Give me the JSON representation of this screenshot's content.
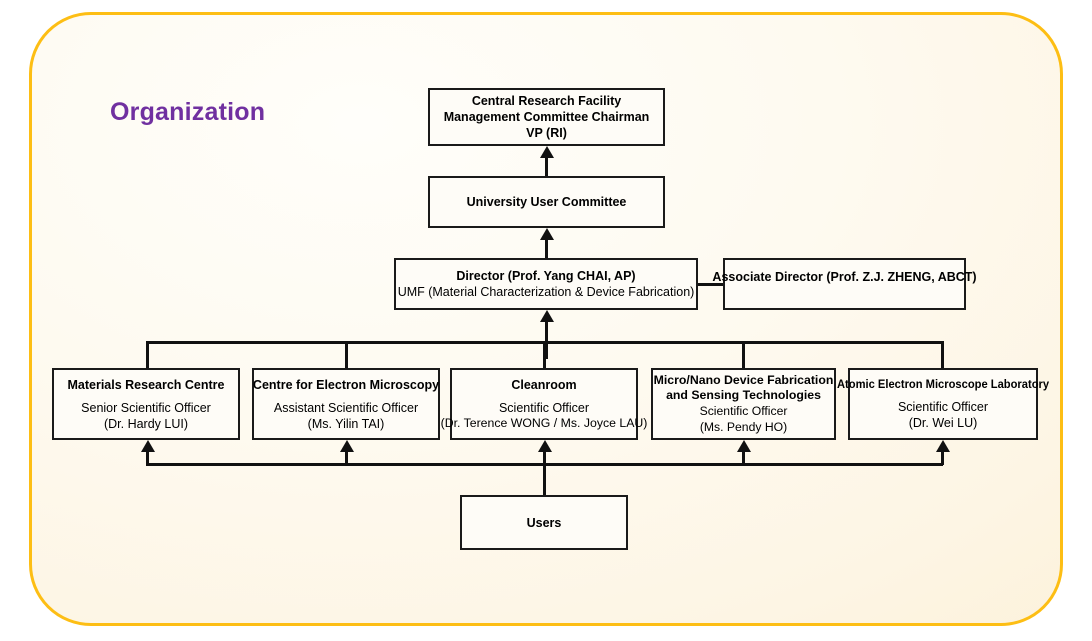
{
  "panel": {
    "heading": "Organization",
    "heading_color": "#7030A0",
    "border_color": "#FDBE14",
    "fill_color": "#FDF5E4"
  },
  "chart": {
    "type": "org-chart",
    "nodes": {
      "central_research_facility": {
        "line1": "Central Research Facility",
        "line2": "Management Committee Chairman",
        "line3": "VP (RI)"
      },
      "university_user_committee": {
        "title": "University User Committee"
      },
      "director": {
        "title": "Director (Prof. Yang CHAI, AP)",
        "subtitle": "UMF (Material Characterization & Device Fabrication)"
      },
      "associate_director": {
        "title": "Associate Director (Prof. Z.J. ZHENG, ABCT)"
      },
      "users": {
        "title": "Users"
      }
    },
    "centres": [
      {
        "title": "Materials Research Centre",
        "role": "Senior Scientific Officer",
        "person": "(Dr. Hardy LUI)"
      },
      {
        "title": "Centre for Electron Microscopy",
        "role": "Assistant Scientific Officer",
        "person": "(Ms. Yilin TAI)"
      },
      {
        "title": "Cleanroom",
        "role": "Scientific Officer",
        "person": "(Dr. Terence WONG / Ms. Joyce LAU)"
      },
      {
        "title_line1": "Micro/Nano Device Fabrication",
        "title_line2": "and Sensing Technologies",
        "role": "Scientific Officer",
        "person": "(Ms. Pendy HO)"
      },
      {
        "title": "Atomic Electron Microscope Laboratory",
        "role": "Scientific Officer",
        "person": "(Dr. Wei LU)"
      }
    ]
  }
}
